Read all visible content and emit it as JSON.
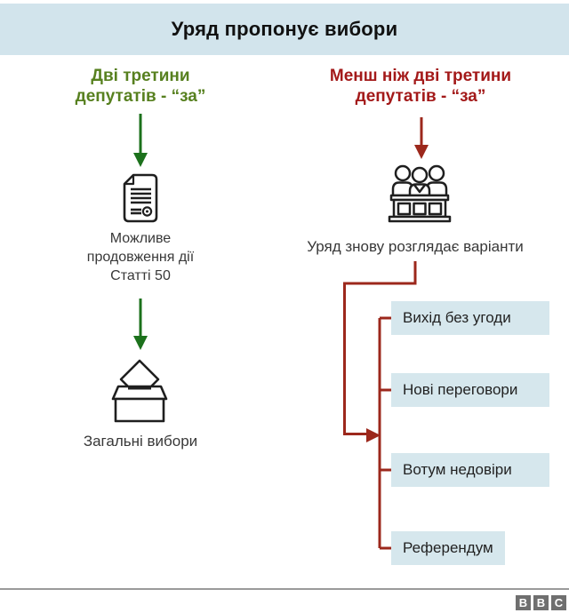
{
  "header": {
    "title": "Уряд пропонує вибори"
  },
  "left_branch": {
    "heading": "Дві третини\nдепутатів - “за”",
    "article_label": "Можливе\nпродовження дії\nСтатті 50",
    "elections_label": "Загальні вибори"
  },
  "right_branch": {
    "heading": "Менш ніж дві третини\nдепутатів - “за”",
    "review_label": "Уряд знову розглядає варіанти",
    "options": [
      "Вихід без угоди",
      "Нові переговори",
      "Вотум недовіри",
      "Референдум"
    ]
  },
  "footer": {
    "logo_letters": {
      "b1": "B",
      "b2": "B",
      "b3": "C"
    }
  },
  "icons": [
    "down-arrow-green",
    "document-icon",
    "down-arrow-green",
    "ballot-box-icon",
    "down-arrow-red",
    "parliament-icon"
  ],
  "colors": {
    "header_background": "#d2e4ec",
    "option_box_background": "#d6e7ed",
    "green_heading": "#57801f",
    "green_arrow": "#1c711c",
    "red_heading": "#a31919",
    "red_lines": "#9c281c",
    "body_text": "#383838",
    "icon_stroke": "#1f1f1f",
    "bbc_gray": "#6f6f6f"
  }
}
